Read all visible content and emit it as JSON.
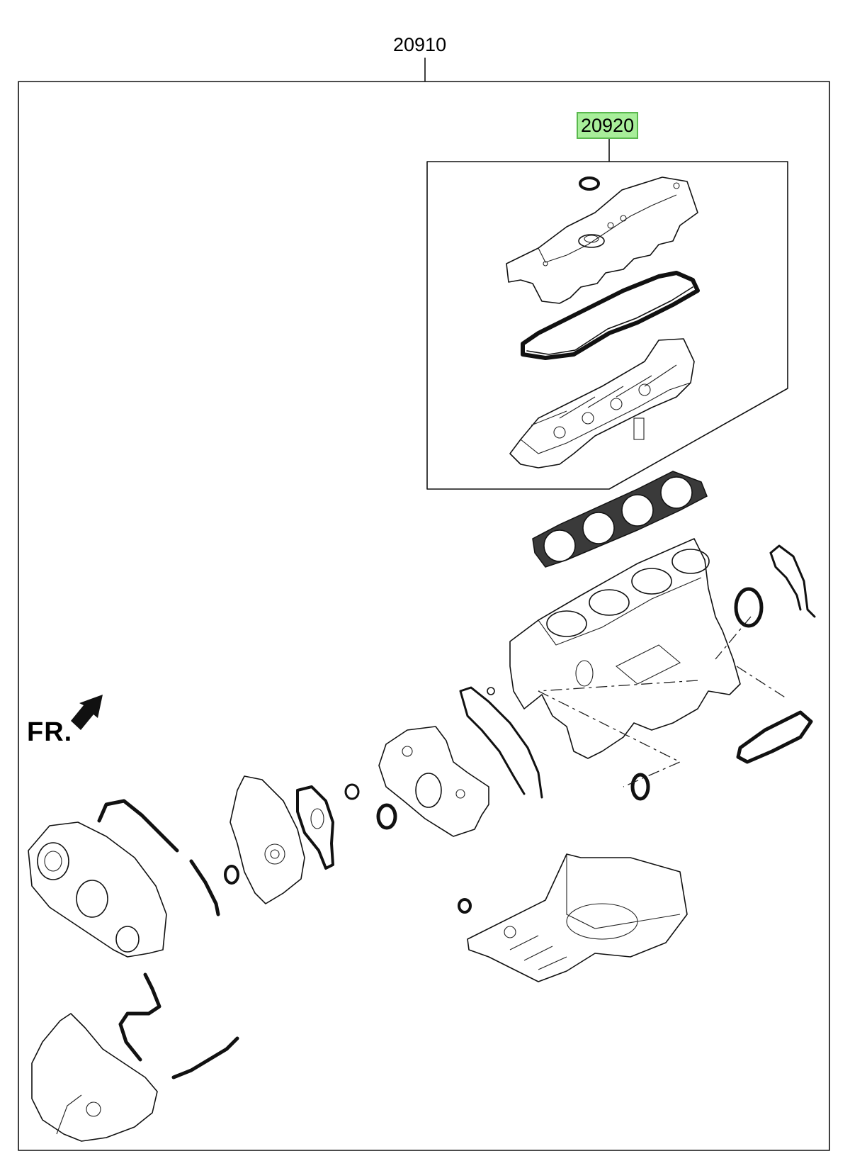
{
  "labels": {
    "outer_part_number": "20910",
    "inner_part_number": "20920",
    "front_marker": "FR."
  },
  "colors": {
    "highlight_fill": "#a8ee9a",
    "highlight_border": "#5ab84e",
    "line": "#111111"
  },
  "icons": {
    "front_arrow": "arrow-down-left-icon"
  }
}
